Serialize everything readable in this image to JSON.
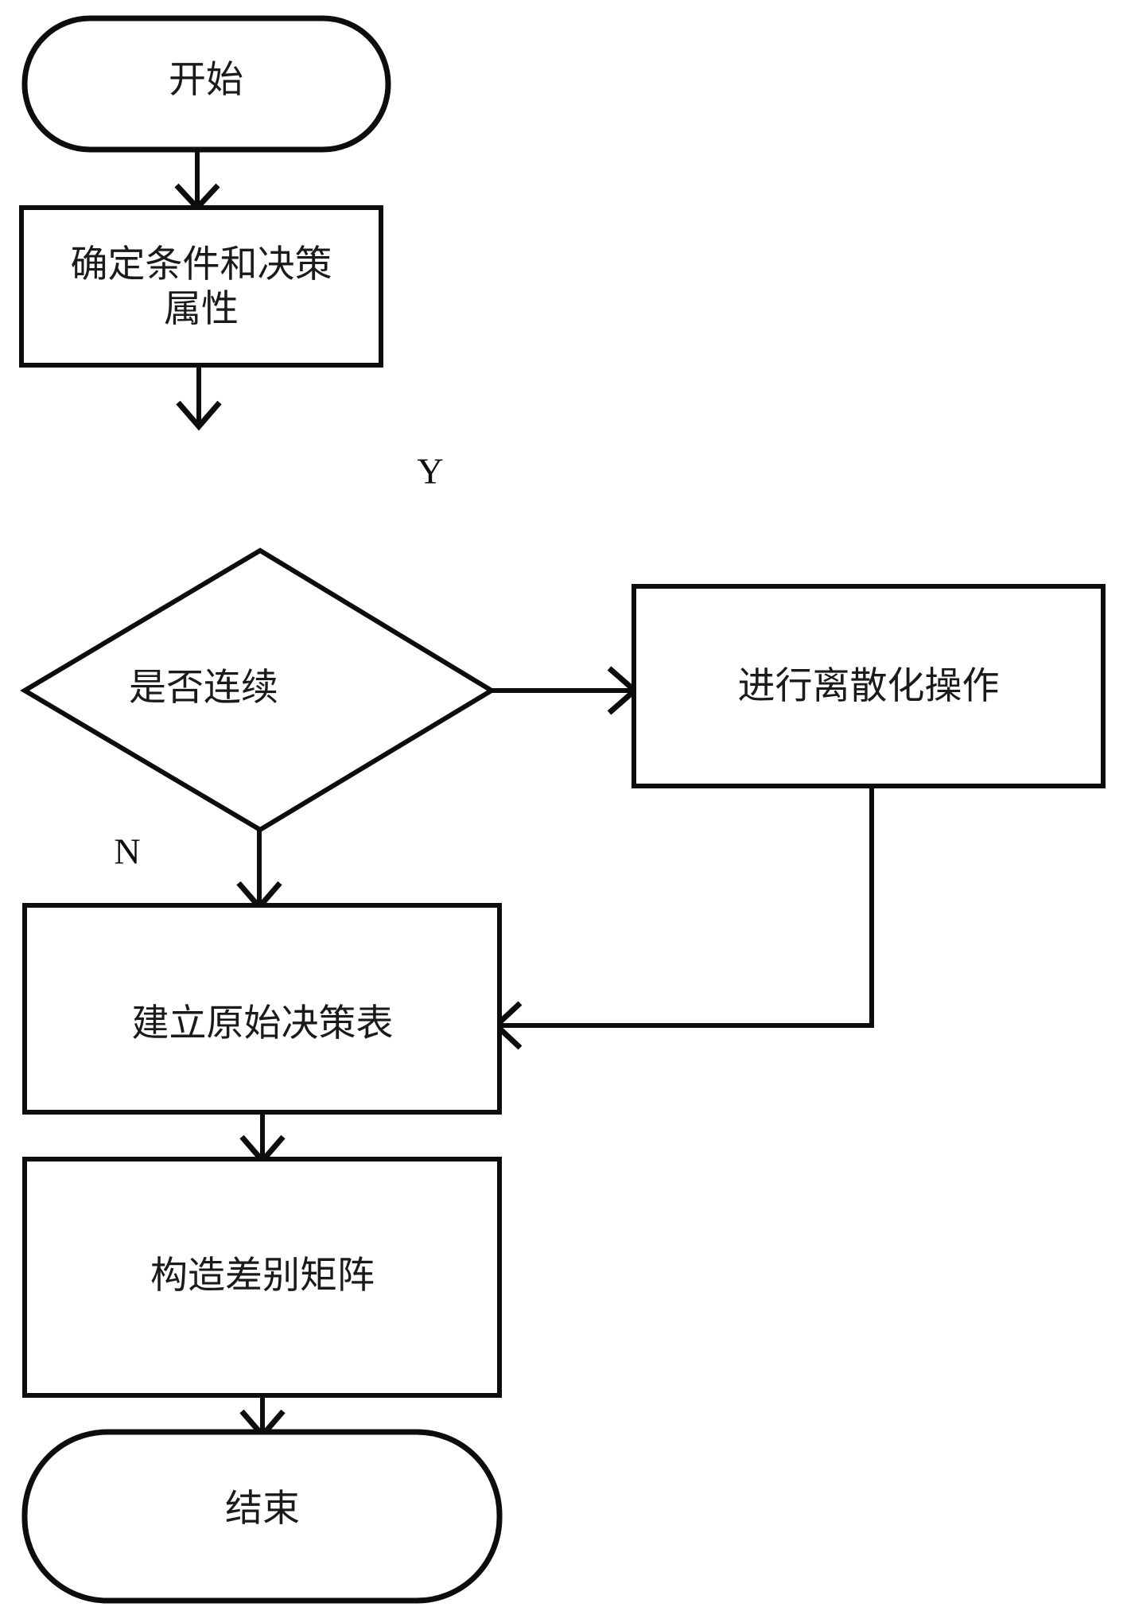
{
  "diagram": {
    "type": "flowchart",
    "orientation": "top-to-bottom",
    "background_color": "#ffffff",
    "line_color": "#0d0d0d",
    "text_color": "#1a1a1a",
    "nodes": [
      {
        "id": "start",
        "shape": "terminator",
        "label": "开始"
      },
      {
        "id": "define-attrs",
        "shape": "process",
        "label_line1": "确定条件和决策",
        "label_line2": "属性"
      },
      {
        "id": "is-continuous",
        "shape": "decision",
        "label": "是否连续"
      },
      {
        "id": "discretize",
        "shape": "process",
        "label": "进行离散化操作"
      },
      {
        "id": "build-table",
        "shape": "process",
        "label": "建立原始决策表"
      },
      {
        "id": "build-matrix",
        "shape": "process",
        "label": "构造差别矩阵"
      },
      {
        "id": "end",
        "shape": "terminator",
        "label": "结束"
      }
    ],
    "edges": [
      {
        "id": "e1",
        "from": "start",
        "to": "define-attrs",
        "label": ""
      },
      {
        "id": "e2",
        "from": "define-attrs",
        "to": "is-continuous",
        "label": ""
      },
      {
        "id": "e3",
        "from": "is-continuous",
        "to": "discretize",
        "label": "Y"
      },
      {
        "id": "e4",
        "from": "is-continuous",
        "to": "build-table",
        "label": "N"
      },
      {
        "id": "e5",
        "from": "discretize",
        "to": "build-table",
        "label": ""
      },
      {
        "id": "e6",
        "from": "build-table",
        "to": "build-matrix",
        "label": ""
      },
      {
        "id": "e7",
        "from": "build-matrix",
        "to": "end",
        "label": ""
      }
    ]
  }
}
